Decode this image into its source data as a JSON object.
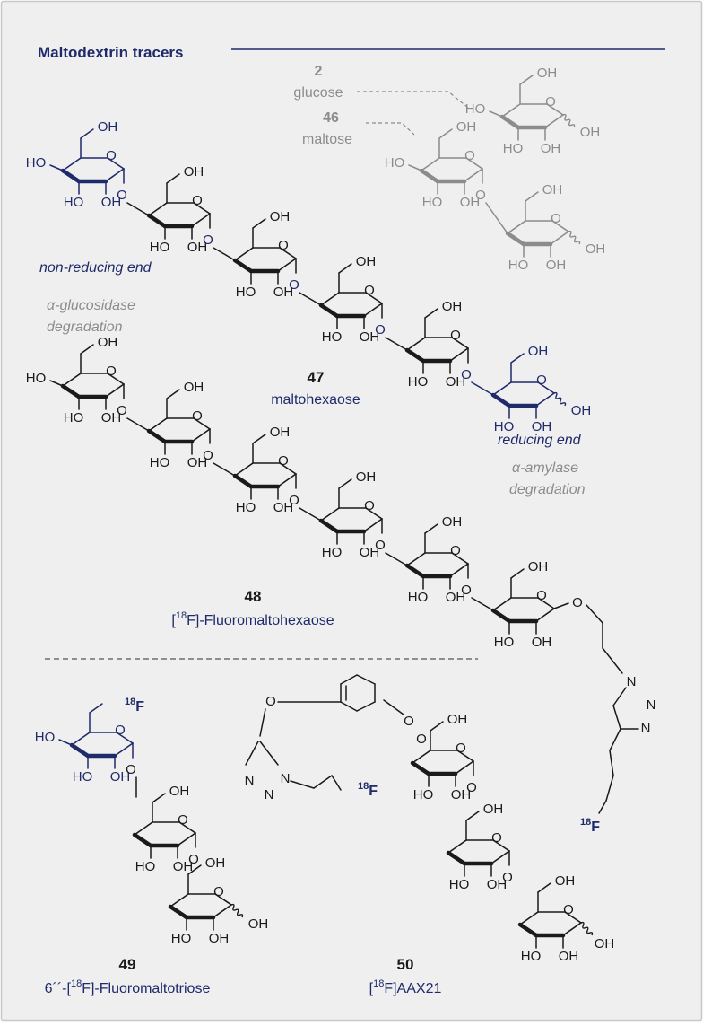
{
  "header": {
    "title": "Maltodextrin tracers"
  },
  "colors": {
    "background": "#efefef",
    "navy": "#1f2a6b",
    "grey": "#8c8c8c",
    "black": "#1a1a1a"
  },
  "legend": {
    "glucose": {
      "number": "2",
      "name": "glucose"
    },
    "maltose": {
      "number": "46",
      "name": "maltose"
    }
  },
  "annotations": {
    "non_reducing_end": "non-reducing end",
    "alpha_gluc_1": "α-glucosidase",
    "alpha_gluc_2": "degradation",
    "reducing_end": "reducing end",
    "alpha_amyl_1": "α-amylase",
    "alpha_amyl_2": "degradation"
  },
  "compounds": [
    {
      "number": "47",
      "name": "maltohexaose"
    },
    {
      "number": "48",
      "name_pre": "[",
      "name_sup": "18",
      "name_post": "F]-Fluoromaltohexaose"
    },
    {
      "number": "49",
      "name_pre": "6´´-[",
      "name_sup": "18",
      "name_post": "F]-Fluoromaltotriose"
    },
    {
      "number": "50",
      "name_pre": "[",
      "name_sup": "18",
      "name_post": "F]AAX21"
    }
  ],
  "atoms": {
    "oh": "OH",
    "ho": "HO",
    "o": "O",
    "n": "N",
    "f": "F",
    "iso": "18"
  }
}
